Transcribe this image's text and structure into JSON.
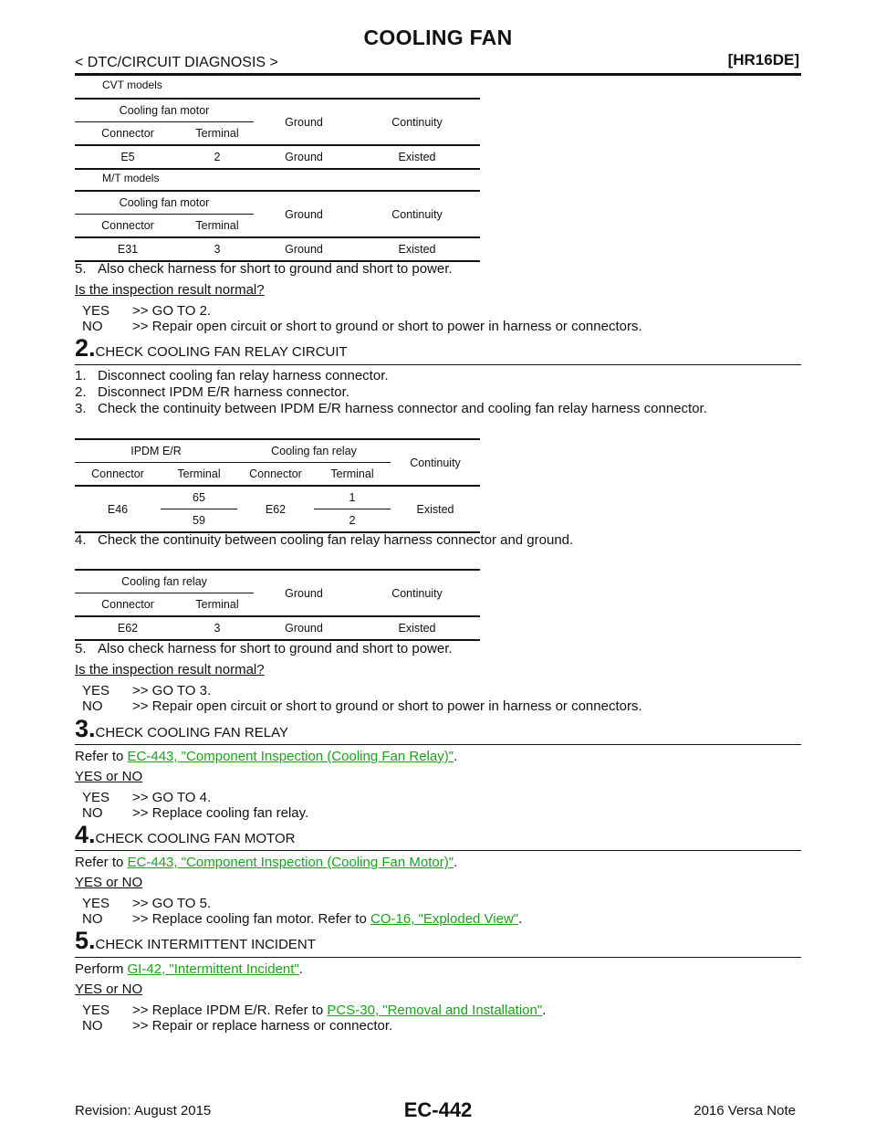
{
  "header": {
    "title": "COOLING FAN",
    "breadcrumb": "< DTC/CIRCUIT DIAGNOSIS >",
    "model": "[HR16DE]"
  },
  "cvt": {
    "label": "CVT models",
    "h_motor": "Cooling fan motor",
    "h_connector": "Connector",
    "h_terminal": "Terminal",
    "h_ground": "Ground",
    "h_continuity": "Continuity",
    "row": {
      "connector": "E5",
      "terminal": "2",
      "ground": "Ground",
      "continuity": "Existed"
    }
  },
  "mt": {
    "label": "M/T models",
    "h_motor": "Cooling fan motor",
    "h_connector": "Connector",
    "h_terminal": "Terminal",
    "h_ground": "Ground",
    "h_continuity": "Continuity",
    "row": {
      "connector": "E31",
      "terminal": "3",
      "ground": "Ground",
      "continuity": "Existed"
    }
  },
  "step1_tail": {
    "item5": "5.   Also check harness for short to ground and short to power.",
    "question": "Is the inspection result normal?",
    "yes_key": "YES",
    "yes_text": ">> GO TO 2.",
    "no_key": "NO",
    "no_text": ">> Repair open circuit or short to ground or short to power in harness or connectors."
  },
  "step2": {
    "num": "2.",
    "title": "CHECK COOLING FAN RELAY CIRCUIT",
    "item1": "1.   Disconnect cooling fan relay harness connector.",
    "item2": "2.   Disconnect IPDM E/R harness connector.",
    "item3": "3.   Check the continuity between IPDM E/R harness connector and cooling fan relay harness connector.",
    "table1": {
      "h_ipdm": "IPDM E/R",
      "h_relay": "Cooling fan relay",
      "h_continuity": "Continuity",
      "h_connector1": "Connector",
      "h_terminal1": "Terminal",
      "h_connector2": "Connector",
      "h_terminal2": "Terminal",
      "conn1": "E46",
      "conn2": "E62",
      "continuity": "Existed",
      "rows": [
        {
          "t1": "65",
          "t2": "1"
        },
        {
          "t1": "59",
          "t2": "2"
        }
      ]
    },
    "item4": "4.   Check the continuity between cooling fan relay harness connector and ground.",
    "table2": {
      "h_relay": "Cooling fan relay",
      "h_connector": "Connector",
      "h_terminal": "Terminal",
      "h_ground": "Ground",
      "h_continuity": "Continuity",
      "row": {
        "connector": "E62",
        "terminal": "3",
        "ground": "Ground",
        "continuity": "Existed"
      }
    },
    "item5": "5.   Also check harness for short to ground and short to power.",
    "question": "Is the inspection result normal?",
    "yes_key": "YES",
    "yes_text": ">> GO TO 3.",
    "no_key": "NO",
    "no_text": ">> Repair open circuit or short to ground or short to power in harness or connectors."
  },
  "step3": {
    "num": "3.",
    "title": "CHECK COOLING FAN RELAY",
    "refer_prefix": "Refer to ",
    "link": "EC-443, \"Component Inspection (Cooling Fan Relay)\"",
    "refer_suffix": ".",
    "question": "YES or NO",
    "yes_key": "YES",
    "yes_text": ">> GO TO 4.",
    "no_key": "NO",
    "no_text": ">> Replace cooling fan relay."
  },
  "step4": {
    "num": "4.",
    "title": "CHECK COOLING FAN MOTOR",
    "refer_prefix": "Refer to ",
    "link": "EC-443, \"Component Inspection (Cooling Fan Motor)\"",
    "refer_suffix": ".",
    "question": "YES or NO",
    "yes_key": "YES",
    "yes_text": ">> GO TO 5.",
    "no_key": "NO",
    "no_prefix": ">> Replace cooling fan motor. Refer to ",
    "no_link": "CO-16, \"Exploded View\"",
    "no_suffix": "."
  },
  "step5": {
    "num": "5.",
    "title": "CHECK INTERMITTENT INCIDENT",
    "refer_prefix": "Perform ",
    "link": "GI-42, \"Intermittent Incident\"",
    "refer_suffix": ".",
    "question": "YES or NO",
    "yes_key": "YES",
    "yes_prefix": ">> Replace IPDM E/R. Refer to ",
    "yes_link": "PCS-30, \"Removal and Installation\"",
    "yes_suffix": ".",
    "no_key": "NO",
    "no_text": ">> Repair or replace harness or connector."
  },
  "footer": {
    "revision": "Revision: August 2015",
    "page": "EC-442",
    "model": "2016 Versa Note"
  }
}
